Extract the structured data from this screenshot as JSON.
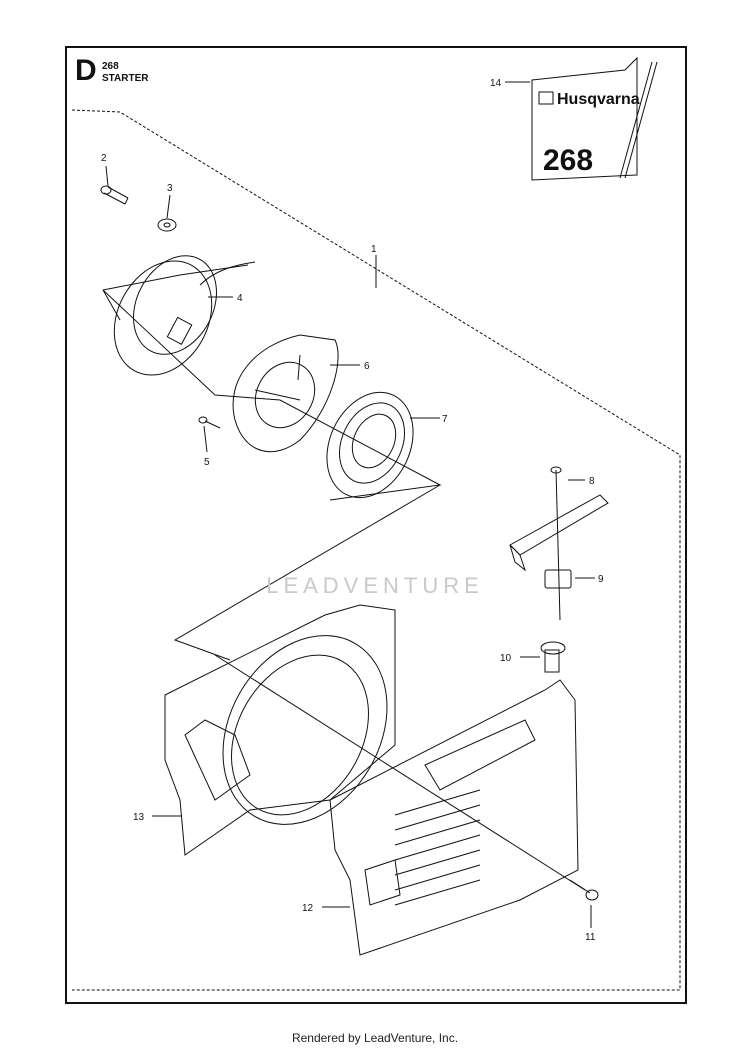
{
  "header": {
    "section_letter": "D",
    "model": "268",
    "section_title": "STARTER"
  },
  "decal": {
    "brand": "Husqvarna",
    "model": "268"
  },
  "watermark": "LEADVENTURE",
  "callouts": [
    "1",
    "2",
    "3",
    "4",
    "5",
    "6",
    "7",
    "8",
    "9",
    "10",
    "11",
    "12",
    "13",
    "14"
  ],
  "footer": "Rendered by LeadVenture, Inc."
}
